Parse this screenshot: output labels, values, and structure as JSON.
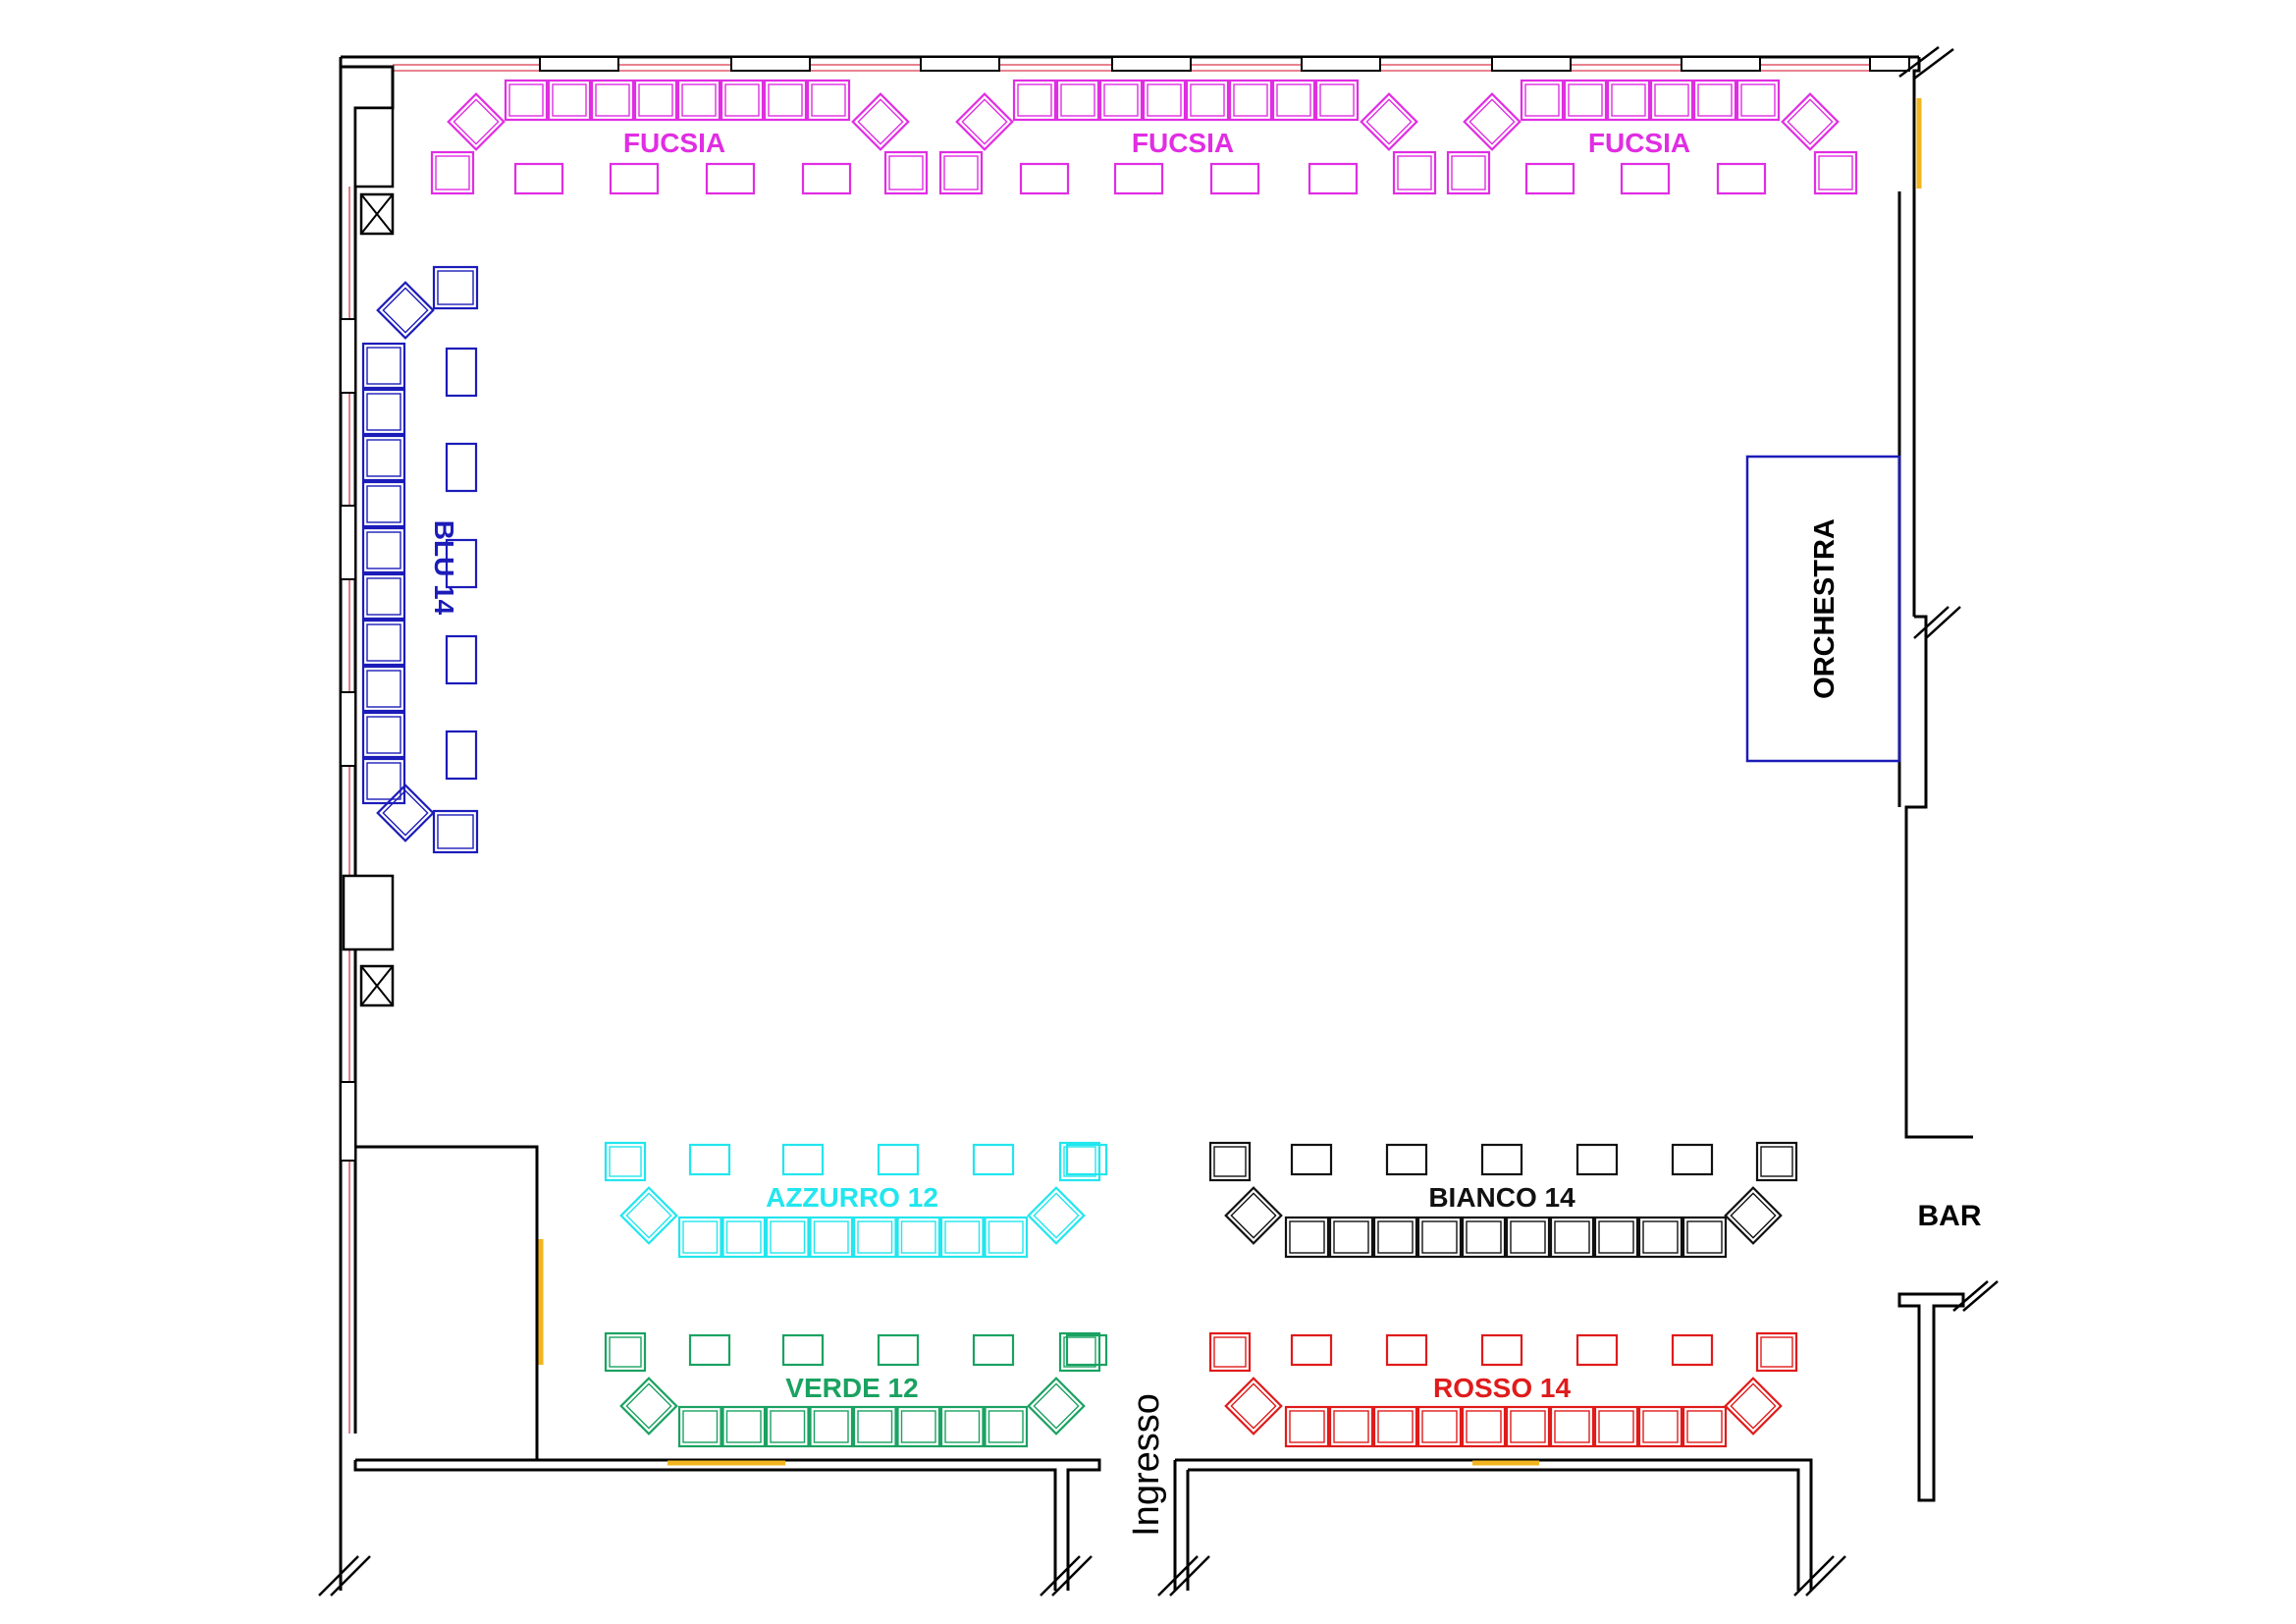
{
  "diagram": {
    "colors": {
      "fucsia": "#e12de3",
      "blu": "#1c1cb9",
      "azzurro": "#22e6ee",
      "bianco": "#111111",
      "verde": "#1aa261",
      "rosso": "#e01b1b",
      "wall": "#000000",
      "window": "#e05a6a",
      "door": "#f2b51e"
    },
    "tables": {
      "fucsia_1": "FUCSIA",
      "fucsia_2": "FUCSIA",
      "fucsia_3": "FUCSIA",
      "blu": "BLU 14",
      "azzurro": "AZZURRO 12",
      "bianco": "BIANCO 14",
      "verde": "VERDE 12",
      "rosso": "ROSSO 14"
    },
    "labels": {
      "orchestra": "ORCHESTRA",
      "bar": "BAR",
      "entrance": "Ingresso"
    }
  }
}
